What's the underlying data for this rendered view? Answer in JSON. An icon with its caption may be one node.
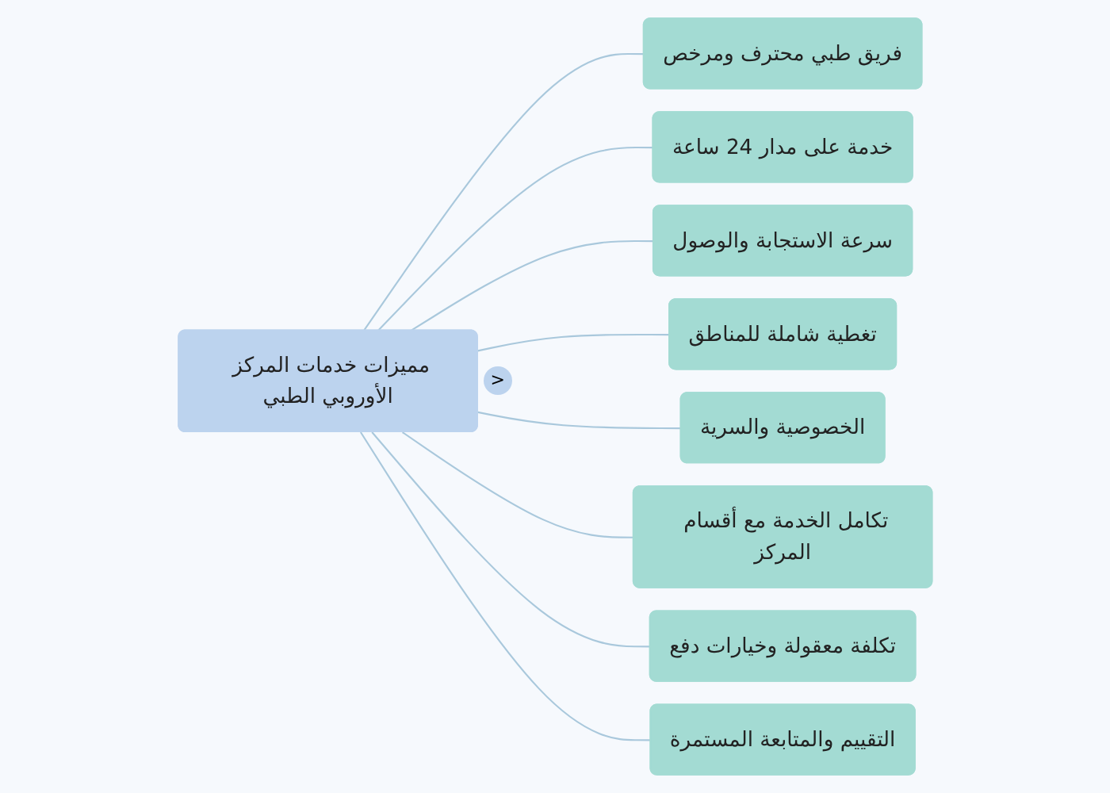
{
  "diagram": {
    "nodes": [
      {
        "text": [
          "مميزات خدمات المركز الأوروبي الطبي"
        ]
      },
      {
        "text": [
          "فريق طبي محترف ومرخص"
        ]
      },
      {
        "text": [
          "خدمة على مدار 24 ساعة"
        ]
      },
      {
        "text": [
          "سرعة الاستجابة والوصول"
        ]
      },
      {
        "text": [
          "تغطية شاملة للمناطق"
        ]
      },
      {
        "text": [
          "الخصوصية والسرية"
        ]
      },
      {
        "text": [
          "تكامل الخدمة مع أقسام المركز"
        ]
      },
      {
        "text": [
          "تكلفة معقولة وخيارات دفع"
        ]
      },
      {
        "text": [
          "التقييم والمتابعة المستمرة"
        ]
      }
    ],
    "edges": [
      {
        "from": 0,
        "to": 1,
        "arrow": "none"
      },
      {
        "from": 0,
        "to": 2,
        "arrow": "none"
      },
      {
        "from": 0,
        "to": 3,
        "arrow": "none"
      },
      {
        "from": 0,
        "to": 4,
        "arrow": "none"
      },
      {
        "from": 0,
        "to": 5,
        "arrow": "none"
      },
      {
        "from": 0,
        "to": 6,
        "arrow": "none"
      },
      {
        "from": 0,
        "to": 7,
        "arrow": "none"
      },
      {
        "from": 0,
        "to": 8,
        "arrow": "none"
      }
    ],
    "labels": [
      ">"
    ]
  }
}
